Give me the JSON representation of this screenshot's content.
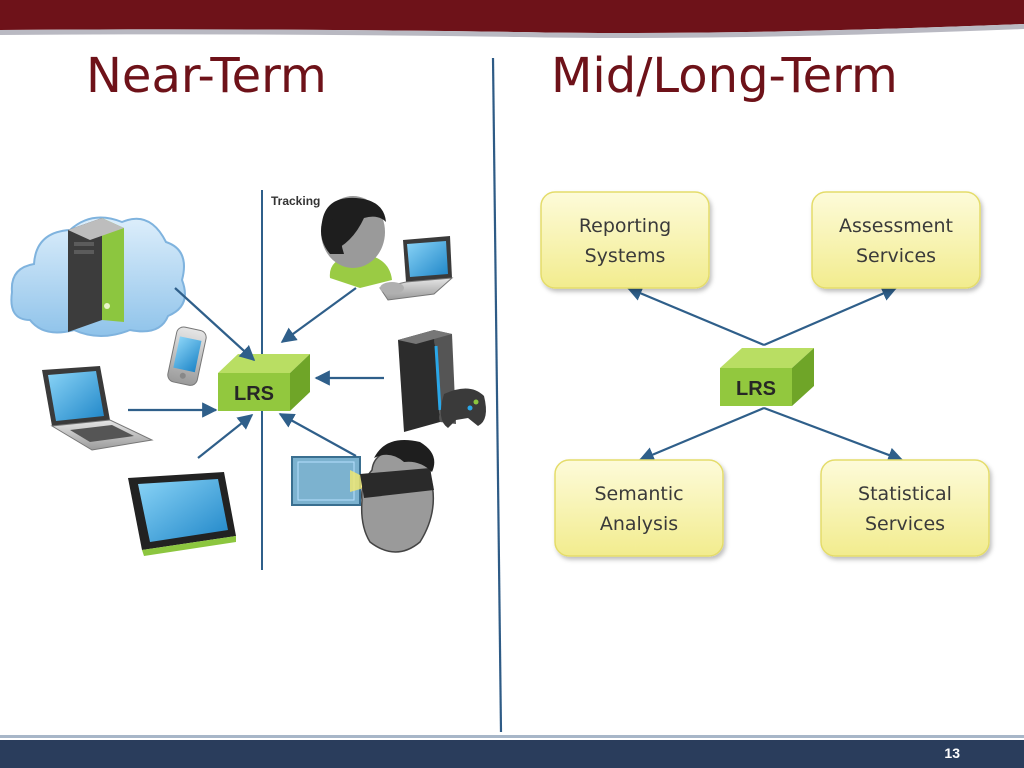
{
  "slide": {
    "left_title": "Near-Term",
    "right_title": "Mid/Long-Term",
    "slide_number": "13"
  },
  "near_term": {
    "hub_label": "LRS",
    "tracking_label": "Tracking",
    "devices": [
      "cloud-server",
      "smartphone",
      "laptop",
      "tablet",
      "user-at-laptop",
      "game-console",
      "vr-headset-user"
    ]
  },
  "mid_term": {
    "hub_label": "LRS",
    "boxes": [
      {
        "line1": "Reporting",
        "line2": "Systems"
      },
      {
        "line1": "Assessment",
        "line2": "Services"
      },
      {
        "line1": "Semantic",
        "line2": "Analysis"
      },
      {
        "line1": "Statistical",
        "line2": "Services"
      }
    ]
  },
  "colors": {
    "header_red": "#6e1219",
    "title_red": "#6e1219",
    "footer_navy": "#2a3d5c",
    "arrow_blue": "#2f5f8a",
    "lrs_green": "#92c83e",
    "box_yellow": "#f8f4a8"
  }
}
